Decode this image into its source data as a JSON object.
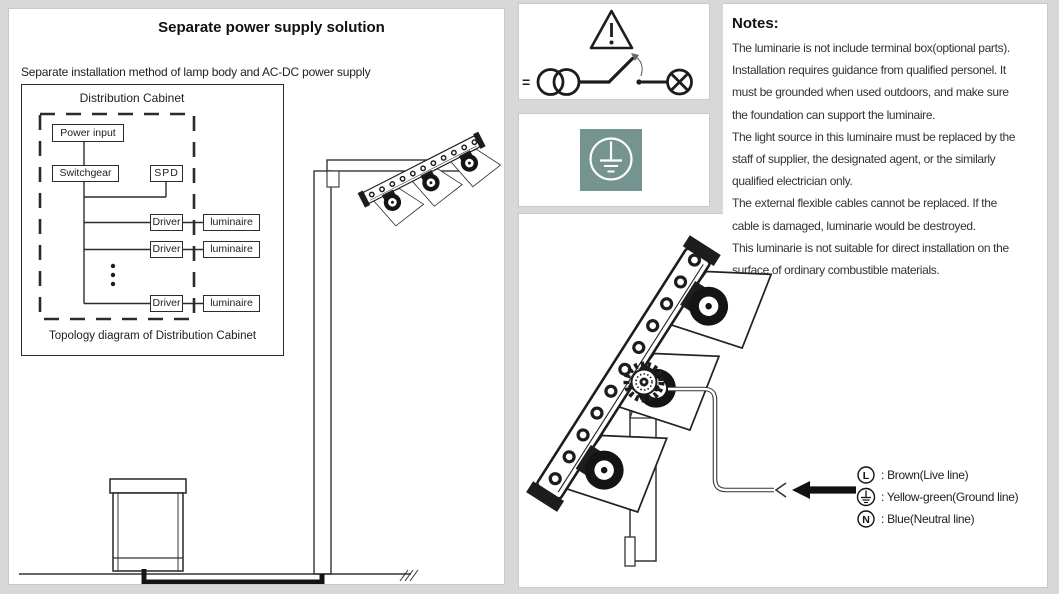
{
  "left": {
    "title": "Separate power supply solution",
    "subtitle": "Separate installation method of lamp body and AC-DC power supply",
    "cabinet": {
      "title": "Distribution Cabinet",
      "power_input": "Power input",
      "switchgear": "Switchgear",
      "spd": "SPD",
      "driver": "Driver",
      "luminaire": "luminaire",
      "caption": "Topology diagram of Distribution Cabinet"
    }
  },
  "circuit": {
    "dc_label": "="
  },
  "notes": {
    "title": "Notes:",
    "lines": [
      "The luminarie is not include terminal box(optional parts).",
      "Installation requires guidance from qualified personel. It",
      "must be grounded when used outdoors,  and make sure",
      "the foundation can support the luminaire.",
      "The light source in this luminaire must be replaced by the",
      "staff of supplier, the designated agent, or the similarly",
      "qualified electrician only.",
      "The external flexible cables cannot be replaced. If the",
      "cable is damaged, luminarie would be destroyed.",
      "This luminarie is not suitable for direct installation on the",
      "surface of ordinary combustible materials."
    ]
  },
  "legend": {
    "items": [
      {
        "symbol": "L",
        "text": ": Brown(Live line)"
      },
      {
        "icon": "protective-earth-icon",
        "text": ": Yellow-green(Ground line)"
      },
      {
        "symbol": "N",
        "text": ": Blue(Neutral line)"
      }
    ]
  },
  "colors": {
    "ground_badge": "#75948f",
    "ink": "#1d1d1d",
    "page_background": "#d8d8d8"
  }
}
